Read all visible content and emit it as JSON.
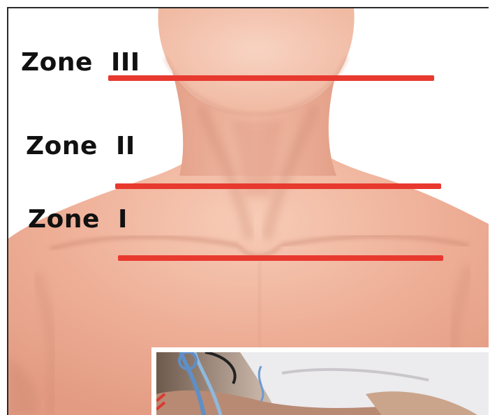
{
  "diagram": {
    "zones": [
      {
        "label": "Zone  III",
        "name": "zone-iii"
      },
      {
        "label": "Zone  II",
        "name": "zone-ii"
      },
      {
        "label": "Zone  I",
        "name": "zone-i"
      }
    ],
    "colors": {
      "line": "#e8392f",
      "skin_light": "#f5c7b2",
      "skin_mid": "#e9a48c",
      "skin_shadow": "#c98670",
      "label": "#111111",
      "frame": "#2a2a2a"
    }
  }
}
